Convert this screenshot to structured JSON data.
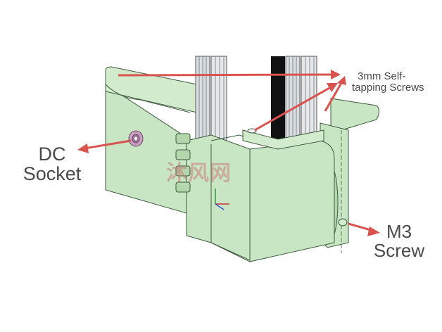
{
  "labels": {
    "dc_socket": [
      "DC",
      "Socket"
    ],
    "screws": [
      "3mm Self-",
      "tapping Screws"
    ],
    "m3_screw": [
      "M3",
      "Screw"
    ]
  },
  "watermark": "沐风网",
  "colors": {
    "part_fill": "#c9e6c4",
    "part_shade": "#b4d6ad",
    "edge": "#3e5a3e",
    "extrusion": "#d9dee2",
    "rod": "#111111",
    "arrow": "#d9534f",
    "socket": "#c9a0c4"
  }
}
